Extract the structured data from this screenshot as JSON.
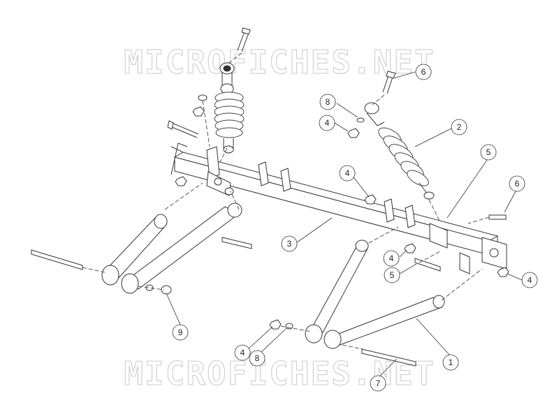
{
  "watermark": {
    "top": "MICROFICHES.NET",
    "bottom": "MICROFICHES.NET"
  },
  "callouts": [
    {
      "id": "c-6a",
      "label": "6"
    },
    {
      "id": "c-8a",
      "label": "8"
    },
    {
      "id": "c-4a",
      "label": "4"
    },
    {
      "id": "c-2",
      "label": "2"
    },
    {
      "id": "c-5a",
      "label": "5"
    },
    {
      "id": "c-4b",
      "label": "4"
    },
    {
      "id": "c-6b",
      "label": "6"
    },
    {
      "id": "c-3",
      "label": "3"
    },
    {
      "id": "c-4c",
      "label": "4"
    },
    {
      "id": "c-5b",
      "label": "5"
    },
    {
      "id": "c-4d",
      "label": "4"
    },
    {
      "id": "c-9",
      "label": "9"
    },
    {
      "id": "c-4e",
      "label": "4"
    },
    {
      "id": "c-8b",
      "label": "8"
    },
    {
      "id": "c-1",
      "label": "1"
    },
    {
      "id": "c-7",
      "label": "7"
    }
  ]
}
